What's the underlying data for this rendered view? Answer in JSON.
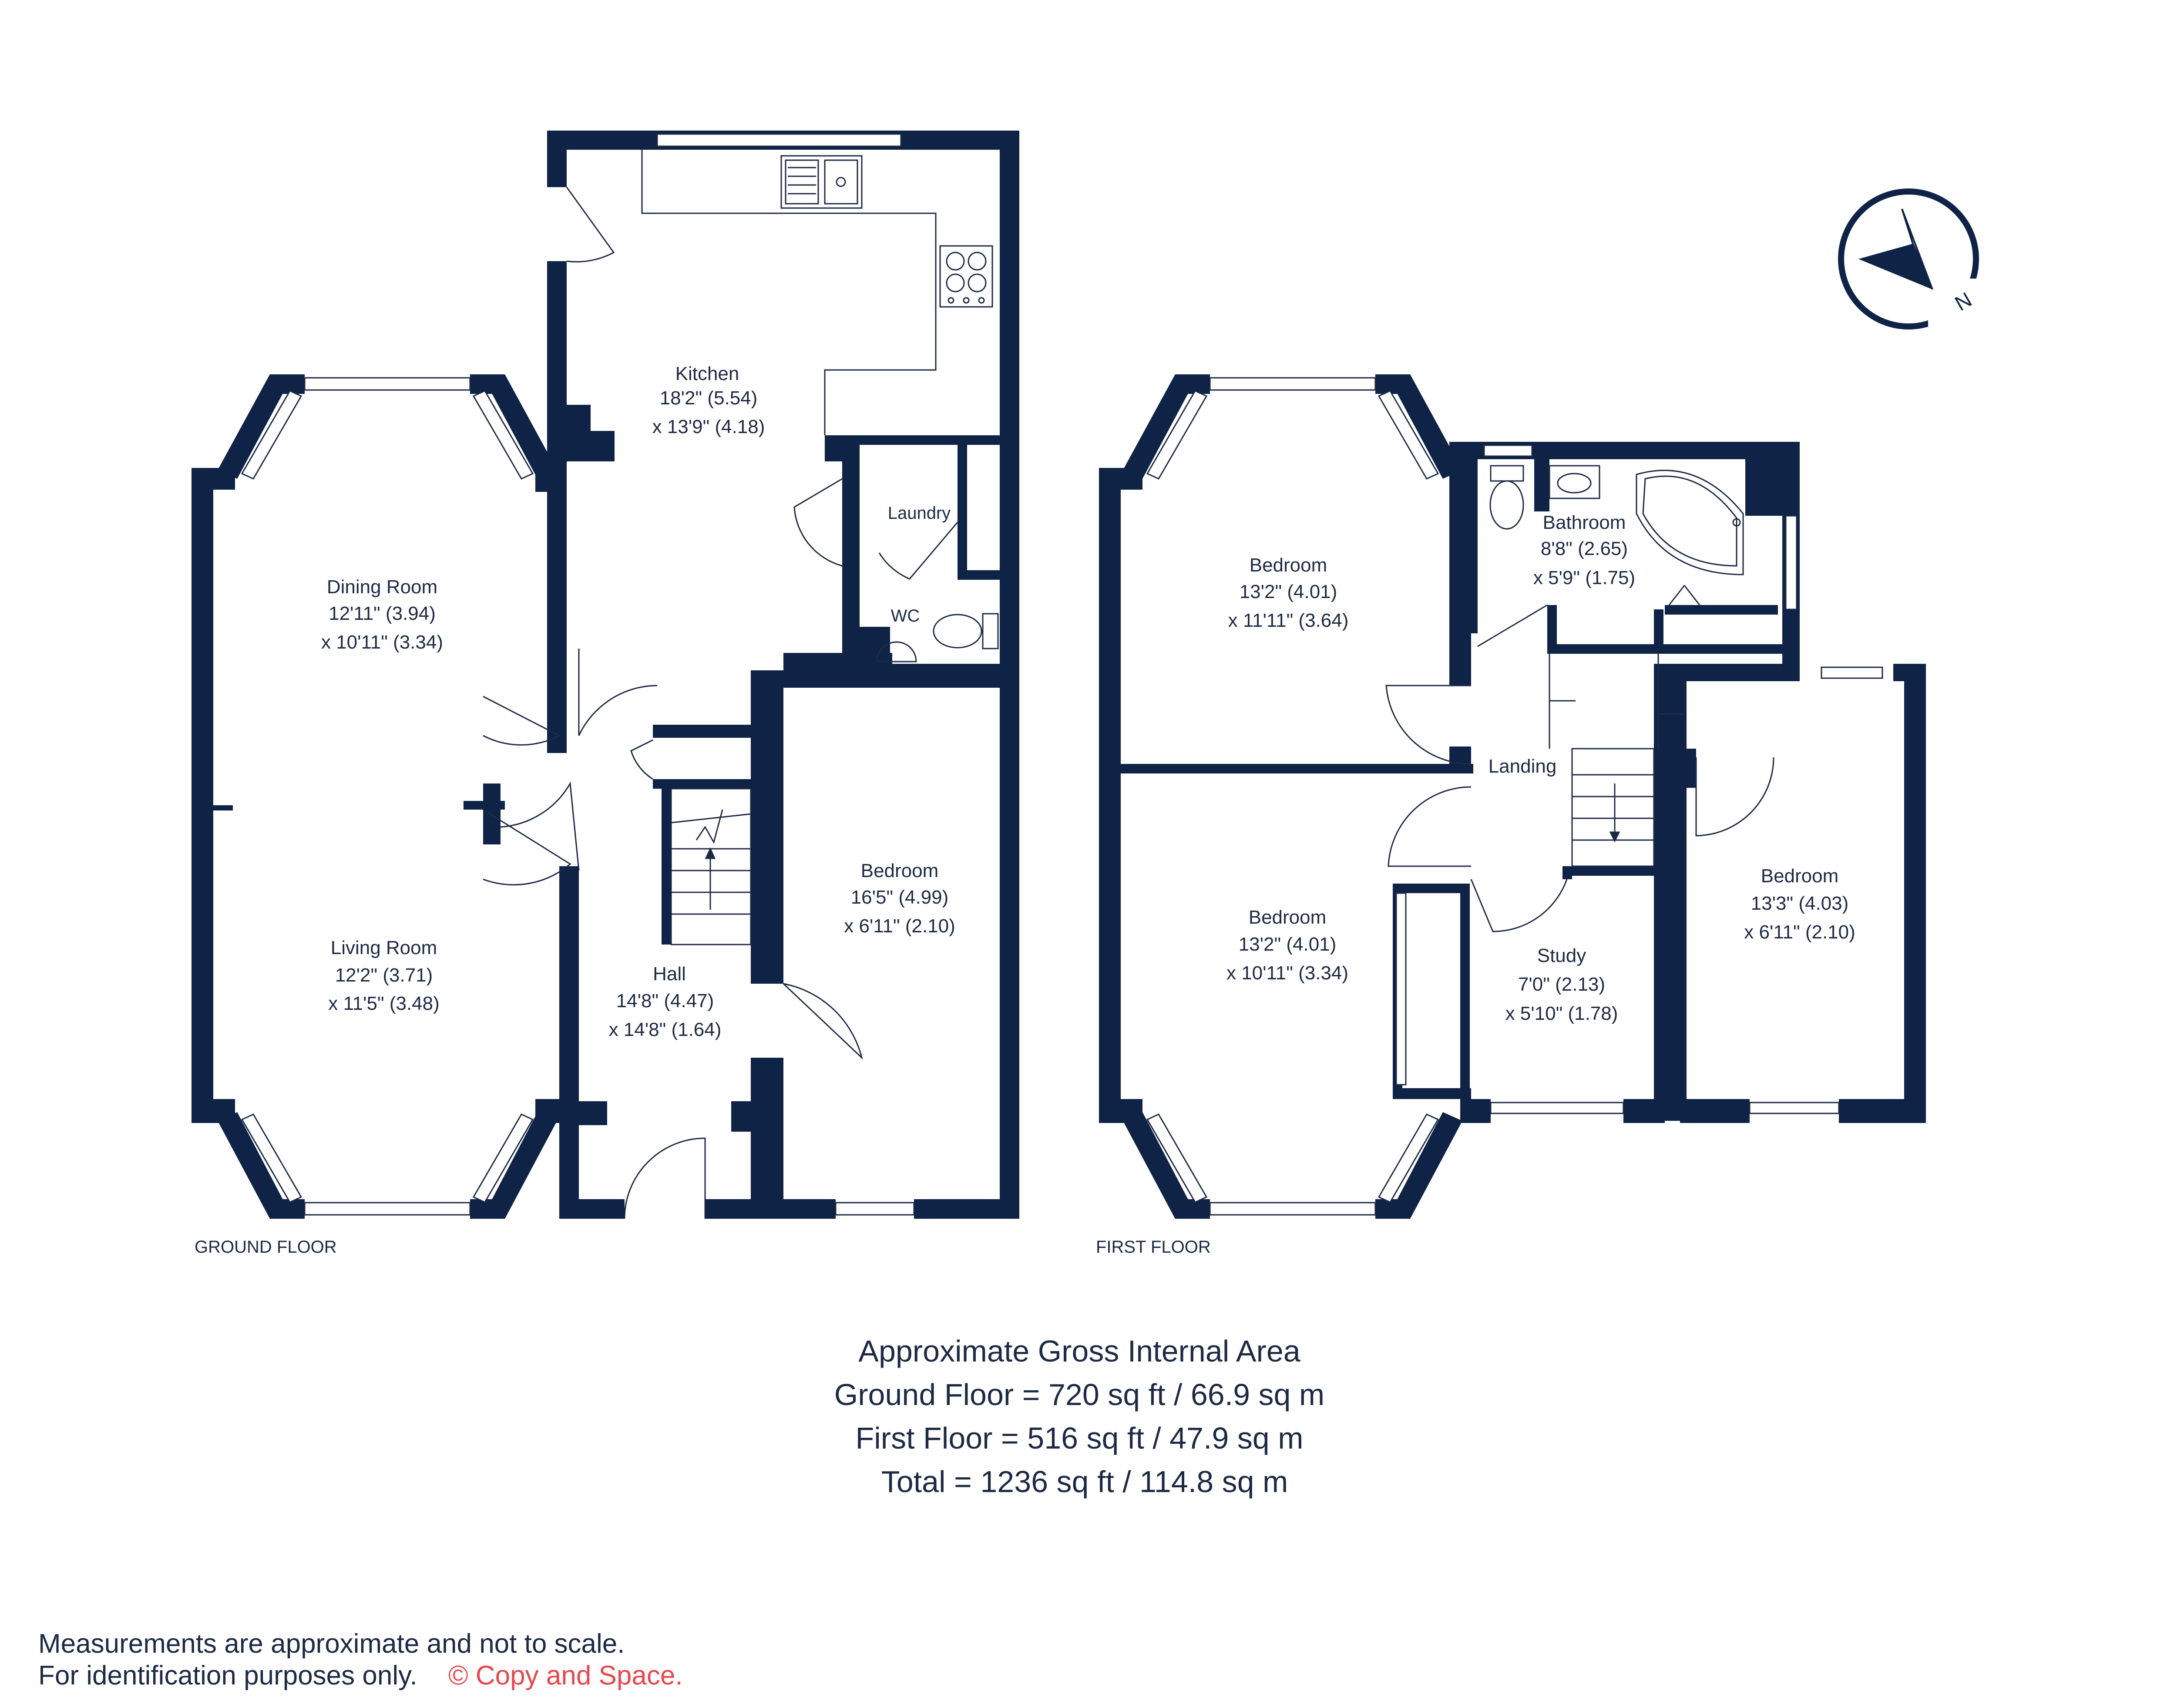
{
  "colors": {
    "wall": "#0f2346",
    "line": "#1d2a44",
    "copyright": "#e8474f"
  },
  "floors": {
    "ground": {
      "label": "GROUND FLOOR",
      "rooms": [
        {
          "name": "Kitchen",
          "dim1": "18'2\" (5.54)",
          "dim2": "x 13'9\" (4.18)"
        },
        {
          "name": "Dining Room",
          "dim1": "12'11\" (3.94)",
          "dim2": "x 10'11\" (3.34)"
        },
        {
          "name": "Living Room",
          "dim1": "12'2\" (3.71)",
          "dim2": "x 11'5\" (3.48)"
        },
        {
          "name": "Hall",
          "dim1": "14'8\" (4.47)",
          "dim2": "x 14'8\" (1.64)"
        },
        {
          "name": "Bedroom",
          "dim1": "16'5\" (4.99)",
          "dim2": "x 6'11\" (2.10)"
        },
        {
          "name": "Laundry"
        },
        {
          "name": "WC"
        }
      ]
    },
    "first": {
      "label": "FIRST FLOOR",
      "rooms": [
        {
          "name": "Bedroom",
          "dim1": "13'2\" (4.01)",
          "dim2": "x 11'11\" (3.64)"
        },
        {
          "name": "Bedroom",
          "dim1": "13'2\" (4.01)",
          "dim2": "x 10'11\" (3.34)"
        },
        {
          "name": "Bathroom",
          "dim1": "8'8\" (2.65)",
          "dim2": "x 5'9\" (1.75)"
        },
        {
          "name": "Landing"
        },
        {
          "name": "Study",
          "dim1": "7'0\" (2.13)",
          "dim2": "x 5'10\" (1.78)"
        },
        {
          "name": "Bedroom",
          "dim1": "13'3\" (4.03)",
          "dim2": "x 6'11\" (2.10)"
        }
      ]
    }
  },
  "compass": {
    "label": "N",
    "icon": "north-arrow-icon"
  },
  "area": {
    "title": "Approximate Gross Internal Area",
    "ground": "Ground Floor = 720 sq ft / 66.9 sq m",
    "first": "First Floor = 516 sq ft / 47.9 sq m",
    "total": "Total = 1236 sq ft / 114.8 sq m"
  },
  "disclaimer": {
    "line1": "Measurements are approximate and not to scale.",
    "line2": "For identification purposes only.",
    "copyright": "© Copy and Space."
  }
}
